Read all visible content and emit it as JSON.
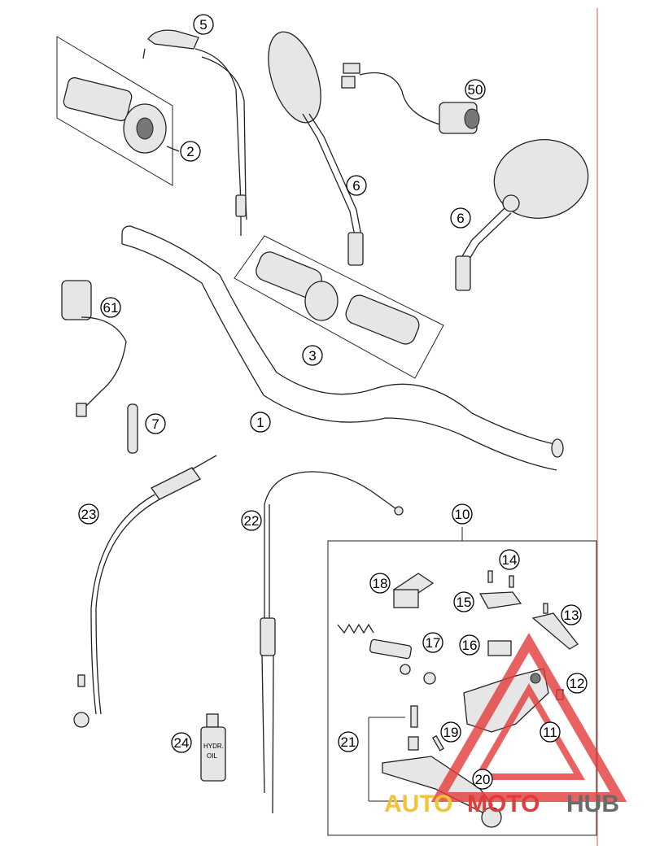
{
  "callouts": [
    "5",
    "2",
    "6",
    "50",
    "6",
    "3",
    "61",
    "7",
    "1",
    "23",
    "22",
    "10",
    "14",
    "18",
    "15",
    "13",
    "17",
    "16",
    "12",
    "11",
    "21",
    "19",
    "20",
    "24"
  ],
  "oil_label": [
    "HYDR.",
    "OIL"
  ],
  "watermark": {
    "part1": "AUTO",
    "part2": "MOTO",
    "part3": "HUB"
  },
  "colors": {
    "margin_line": "#e07070",
    "watermark_red": "#e23b3b",
    "watermark_yellow": "#f2c23a",
    "watermark_gray": "#6a6a6a"
  }
}
